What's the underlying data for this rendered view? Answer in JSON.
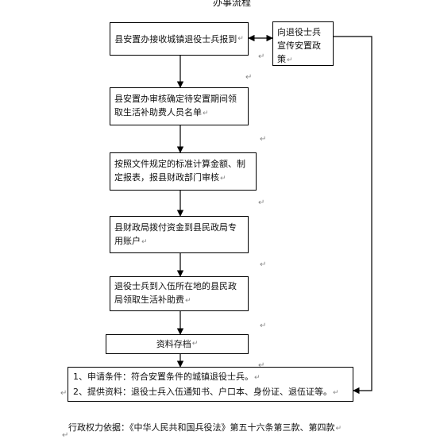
{
  "header_fragment": "办事流程",
  "return_mark": "↵",
  "nodes": {
    "report": "县安置办接收城镇退役士兵报到",
    "publicize": "向退役士兵宣传安置政策",
    "review": "县安置办审核确定待安置期间领取生活补助费人员名单",
    "calculate": "按照文件规定的标准计算金额、制定报表，报县财政部门审核",
    "allocate": "县财政局拨付资金到县民政局专用账户",
    "collect": "退役士兵到入伍所在地的县民政局领取生活补助费",
    "archive": "资料存档"
  },
  "conditions": {
    "line1": "1、申请条件：符合安置条件的城镇退役士兵。",
    "line2": "2、提供资料：退役士兵入伍通知书、户口本、身份证、退伍证等。"
  },
  "legal_basis": "行政权力依据：《中华人民共和国兵役法》第五十六条第三款、第四款"
}
